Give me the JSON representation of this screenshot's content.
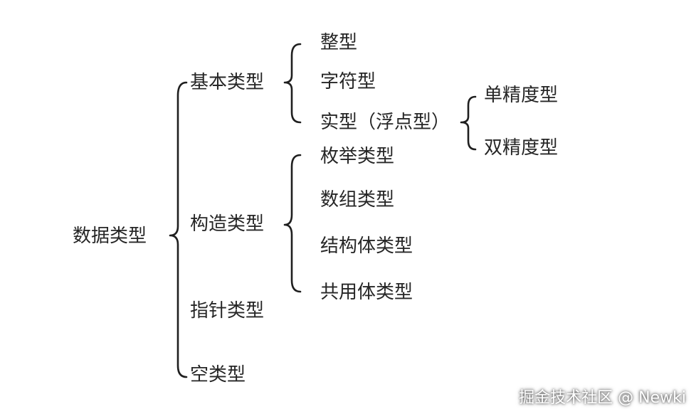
{
  "root": "数据类型",
  "level1": {
    "basic": "基本类型",
    "constructed": "构造类型",
    "pointer": "指针类型",
    "void": "空类型"
  },
  "basic_children": {
    "integer": "整型",
    "char": "字符型",
    "real": "实型（浮点型）"
  },
  "real_children": {
    "single": "单精度型",
    "double": "双精度型"
  },
  "constructed_children": {
    "enum": "枚举类型",
    "array": "数组类型",
    "struct": "结构体类型",
    "union": "共用体类型"
  },
  "watermark": "掘金技术社区 @ Newki",
  "colors": {
    "text": "#262626",
    "line": "#1f1f1f",
    "background": "#ffffff"
  }
}
